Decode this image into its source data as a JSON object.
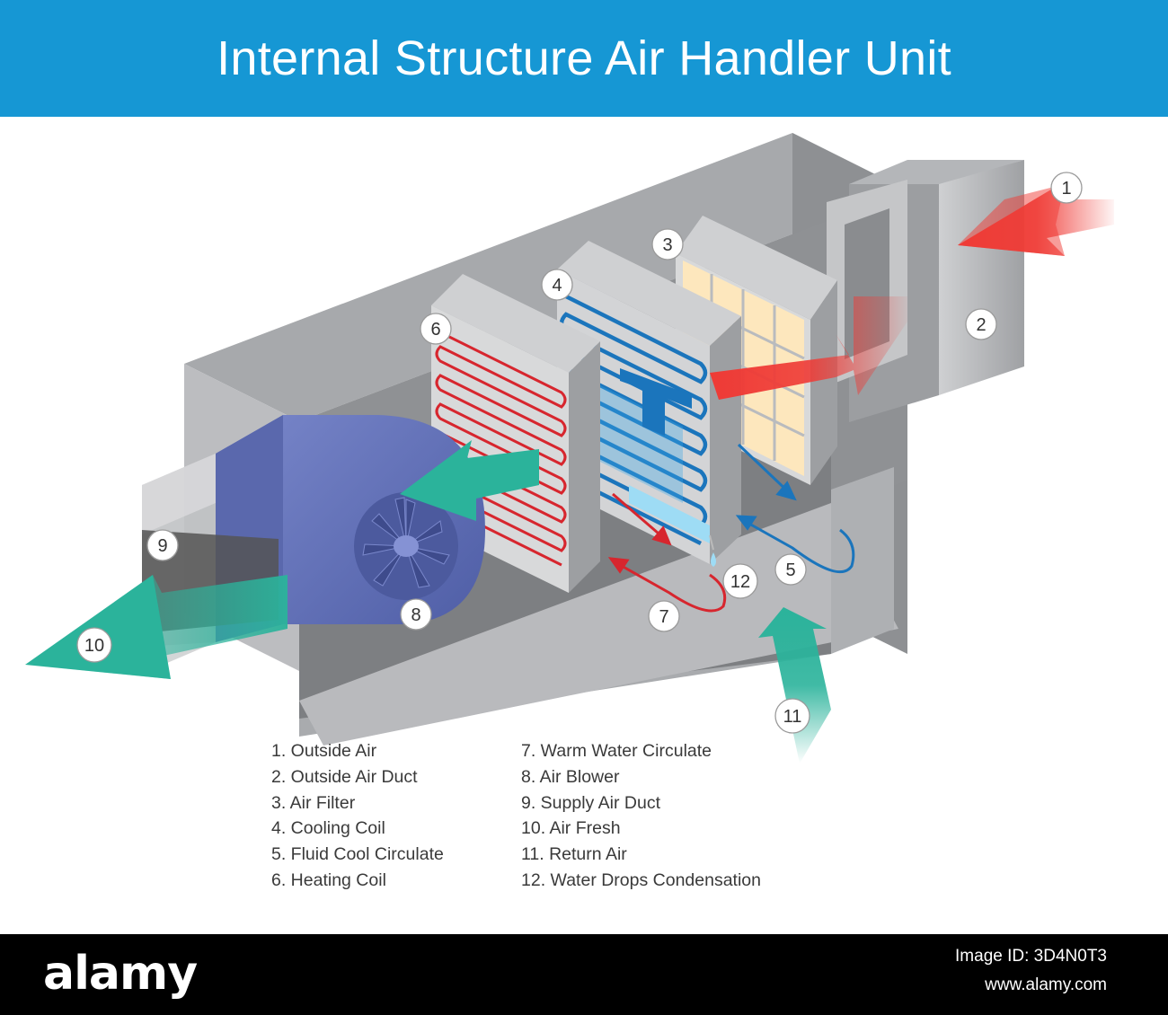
{
  "header": {
    "title": "Internal Structure Air Handler Unit",
    "background_color": "#1697d4"
  },
  "diagram": {
    "callouts": [
      "1",
      "2",
      "3",
      "4",
      "5",
      "6",
      "7",
      "8",
      "9",
      "10",
      "11",
      "12"
    ],
    "colors": {
      "housing": "#a7a9ac",
      "outside_air_arrow": "#ef3b36",
      "supply_air_arrow": "#2bb39b",
      "cooling_coil": "#1b75bc",
      "heating_coil": "#d7262e",
      "filter": "#fde7bd",
      "blower": "#5f6fb5"
    }
  },
  "legend": {
    "left": [
      "1. Outside Air",
      "2. Outside Air Duct",
      "3. Air Filter",
      "4. Cooling Coil",
      "5. Fluid Cool Circulate",
      "6. Heating Coil"
    ],
    "right": [
      "7. Warm Water Circulate",
      "8. Air Blower",
      "9. Supply Air Duct",
      "10. Air Fresh",
      "11. Return Air",
      "12. Water Drops Condensation"
    ]
  },
  "footer": {
    "brand": "alamy",
    "image_id": "Image ID: 3D4N0T3",
    "url": "www.alamy.com"
  }
}
